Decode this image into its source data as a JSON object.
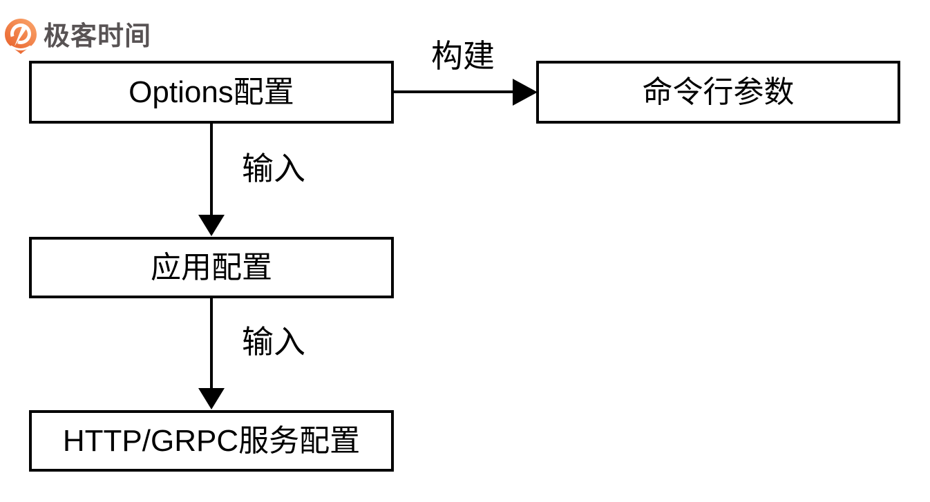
{
  "page": {
    "background_color": "#ffffff"
  },
  "logo": {
    "brand_text": "极客时间",
    "text_color": "#585354",
    "icon_gradient_start": "#F9A066",
    "icon_gradient_end": "#E8622C"
  },
  "diagram": {
    "colors": {
      "box_border": "#000000",
      "box_fill": "#ffffff",
      "text": "#000000",
      "arrow": "#000000"
    },
    "nodes": [
      {
        "id": "options-config",
        "label": "Options配置"
      },
      {
        "id": "cmdline-args",
        "label": "命令行参数"
      },
      {
        "id": "app-config",
        "label": "应用配置"
      },
      {
        "id": "http-grpc-service-config",
        "label": "HTTP/GRPC服务配置"
      }
    ],
    "edges": [
      {
        "id": "build",
        "from": "options-config",
        "to": "cmdline-args",
        "label": "构建",
        "direction": "right"
      },
      {
        "id": "input-1",
        "from": "options-config",
        "to": "app-config",
        "label": "输入",
        "direction": "down"
      },
      {
        "id": "input-2",
        "from": "app-config",
        "to": "http-grpc-service-config",
        "label": "输入",
        "direction": "down"
      }
    ]
  }
}
